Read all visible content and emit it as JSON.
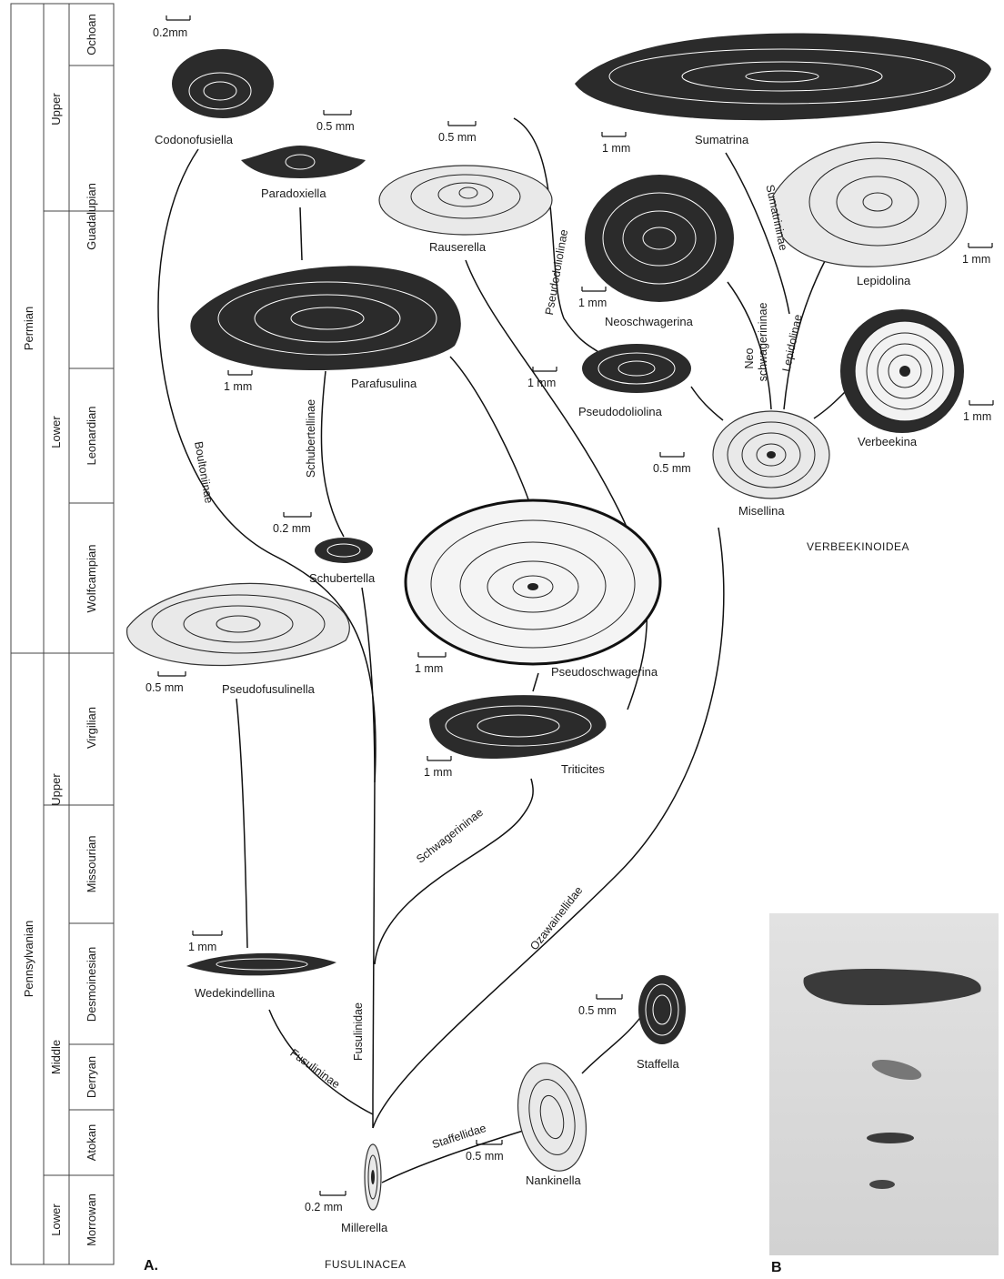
{
  "panels": {
    "a": "A.",
    "b": "B"
  },
  "groups": {
    "fusulinacea": "FUSULINACEA",
    "verbeekinoidea": "VERBEEKINOIDEA"
  },
  "stratigraphy": {
    "systems": [
      "Permian",
      "Pennsylvanian"
    ],
    "series": [
      "Upper",
      "Lower",
      "Upper",
      "Middle",
      "Lower"
    ],
    "stages": [
      "Ochoan",
      "Guadalupian",
      "Leonardian",
      "Wolfcampian",
      "Virgilian",
      "Missourian",
      "Desmoinesian",
      "Derryan",
      "Atokan",
      "Morrowan"
    ]
  },
  "genera": {
    "codonofusiella": "Codonofusiella",
    "paradoxiella": "Paradoxiella",
    "rauserella": "Rauserella",
    "sumatrina": "Sumatrina",
    "neoschwagerina": "Neoschwagerina",
    "lepidolina": "Lepidolina",
    "parafusulina": "Parafusulina",
    "pseudodoliolina": "Pseudodoliolina",
    "verbeekina": "Verbeekina",
    "misellina": "Misellina",
    "schubertella": "Schubertella",
    "pseudofusulinella": "Pseudofusulinella",
    "pseudoschwagerina": "Pseudoschwagerina",
    "triticites": "Triticites",
    "wedekindellina": "Wedekindellina",
    "staffella": "Staffella",
    "nankinella": "Nankinella",
    "millerella": "Millerella"
  },
  "scales": {
    "codonofusiella": "0.2mm",
    "paradoxiella": "0.5 mm",
    "rauserella": "0.5 mm",
    "sumatrina": "1 mm",
    "lepidolina": "1 mm",
    "neoschwagerina": "1 mm",
    "pseudodoliolina": "1 mm",
    "verbeekina": "1 mm",
    "misellina": "0.5 mm",
    "parafusulina": "1 mm",
    "schubertella": "0.2 mm",
    "pseudofusulinella": "0.5 mm",
    "pseudoschwagerina": "1 mm",
    "triticites": "1 mm",
    "wedekindellina": "1 mm",
    "staffella": "0.5 mm",
    "nankinella": "0.5 mm",
    "millerella": "0.2 mm"
  },
  "branches": {
    "boultoniinae": "Boultoniinae",
    "schubertellinae": "Schubertellinae",
    "pseudodoliolinae": "Pseudodoliolinae",
    "sumatrininae": "Sumatrininae",
    "neoschwagerininae_1": "Neo",
    "neoschwagerininae_2": "schwagerininae",
    "lepidolinae": "Lepidolinae",
    "schwagerininae": "Schwagerininae",
    "ozawainellidae": "Ozawainellidae",
    "fusulinidae": "Fusulinidae",
    "fusulininae": "Fusulininae",
    "staffellidae": "Staffellidae"
  }
}
